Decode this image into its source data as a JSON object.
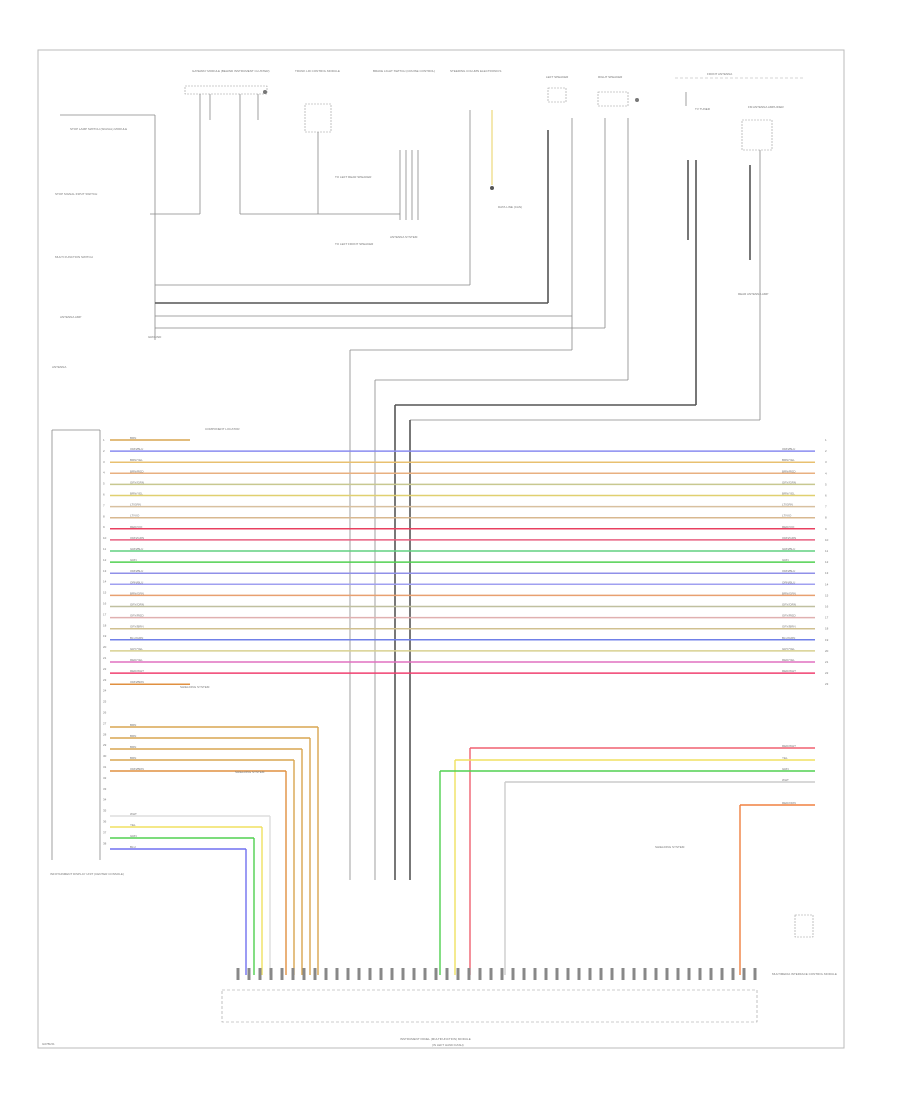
{
  "top_components": [
    {
      "id": "ecm",
      "label": "GATEWAY MODULE (BEHIND INSTRUMENT CLUSTER)"
    },
    {
      "id": "trunk_motor",
      "label": "TRUNK LID CONTROL MODULE"
    },
    {
      "id": "brake_switch",
      "label": "BRAKE LIGHT SWITCH (CRUISE CONTROL)"
    },
    {
      "id": "steering_column",
      "label": "STEERING COLUMN ELECTRONICS"
    },
    {
      "id": "left_speaker",
      "label": "LEFT SPEAKER"
    },
    {
      "id": "right_speaker",
      "label": "RIGHT SPEAKER"
    },
    {
      "id": "front_antenna",
      "label": "FRONT ANTENNA"
    },
    {
      "id": "tv_tuner",
      "label": "TV TUNER"
    },
    {
      "id": "fm_antenna",
      "label": "FM ANTENNA AMPLIFIER"
    }
  ],
  "left_labels": [
    {
      "id": "stop_lamp",
      "label": "STOP LAMP SWITCH (SIGNAL) MODULE"
    },
    {
      "id": "stop_signal",
      "label": "STOP SIGNAL INPUT SWITCH"
    },
    {
      "id": "multi_function",
      "label": "MULTI FUNCTION SWITCH"
    },
    {
      "id": "antenna_amp",
      "label": "ANTENNA AMP"
    },
    {
      "id": "antenna",
      "label": "ANTENNA"
    }
  ],
  "top_notes": [
    {
      "id": "note_ground1",
      "label": "TO LEFT REAR SPEAKER"
    },
    {
      "id": "note_ground2",
      "label": "TO LEFT FRONT SPEAKER"
    },
    {
      "id": "note_ground3",
      "label": "ANTENNA SYSTEM"
    },
    {
      "id": "note_ground4",
      "label": "DATA LINE (CAN)"
    },
    {
      "id": "note_ground5",
      "label": "REAR ANTENNA AMP"
    }
  ],
  "ground_label": "GROUND",
  "main_module": {
    "label": "INSTRUMENT PANEL (MULTIFUNCTION) MODULE",
    "sub": "(IN LEFT HAND DASH)"
  },
  "left_module": {
    "label": "INFOTAINMENT DISPLAY UNIT (CENTER CONSOLE)",
    "pins": [
      "1",
      "2",
      "3",
      "4",
      "5",
      "6",
      "7",
      "8",
      "9",
      "10",
      "11",
      "12",
      "13",
      "14",
      "15",
      "16",
      "17",
      "18",
      "19",
      "20",
      "21",
      "22",
      "23",
      "24",
      "25",
      "26",
      "27",
      "28",
      "29",
      "30",
      "31",
      "32",
      "33",
      "34",
      "35",
      "36",
      "37",
      "38"
    ]
  },
  "harness_wires": [
    {
      "label": "BRN",
      "right": "",
      "color": "#d9a650"
    },
    {
      "label": "ORN/BLU",
      "right": "ORN/BLU",
      "color": "#8a8cf0"
    },
    {
      "label": "BRN/YEL",
      "right": "BRN/YEL",
      "color": "#e8c070"
    },
    {
      "label": "BRN/RED",
      "right": "BRN/RED",
      "color": "#e8b080"
    },
    {
      "label": "GRY/GRN",
      "right": "GRY/GRN",
      "color": "#c8c890"
    },
    {
      "label": "BRN/YEL",
      "right": "BRN/YEL",
      "color": "#e0d070"
    },
    {
      "label": "LT/GRN",
      "right": "LT/GRN",
      "color": "#d8c0a0"
    },
    {
      "label": "LT/VIO",
      "right": "LT/VIO",
      "color": "#d8b890"
    },
    {
      "label": "RED/VIO",
      "right": "RED/VIO",
      "color": "#e84060"
    },
    {
      "label": "ORN/GRN",
      "right": "ORN/GRN",
      "color": "#e86080"
    },
    {
      "label": "GRN/BLU",
      "right": "GRN/BLU",
      "color": "#60d080"
    },
    {
      "label": "GRN",
      "right": "GRN",
      "color": "#50d050"
    },
    {
      "label": "ORN/BLU",
      "right": "ORN/BLU",
      "color": "#9090e8"
    },
    {
      "label": "ORN/BLU",
      "right": "ORN/BLU",
      "color": "#a0a0f0"
    },
    {
      "label": "BRN/GRN",
      "right": "BRN/GRN",
      "color": "#e8a070"
    },
    {
      "label": "GRY/ORN",
      "right": "GRY/ORN",
      "color": "#c0c0a0"
    },
    {
      "label": "GRY/RED",
      "right": "GRY/RED",
      "color": "#e0b0b0"
    },
    {
      "label": "GRY/BRN",
      "right": "GRY/BRN",
      "color": "#d0c090"
    },
    {
      "label": "BLU/GRN",
      "right": "BLU/GRN",
      "color": "#7080e8"
    },
    {
      "label": "GRY/YEL",
      "right": "GRY/YEL",
      "color": "#d8d090"
    },
    {
      "label": "RED/YEL",
      "right": "RED/YEL",
      "color": "#e070c0"
    },
    {
      "label": "RED/WHT",
      "right": "RED/WHT",
      "color": "#f04070"
    },
    {
      "label": "ORN/BRN",
      "right": "",
      "color": "#e09040"
    }
  ],
  "harness_right_pins": [
    "1",
    "2",
    "3",
    "4",
    "5",
    "6",
    "7",
    "8",
    "9",
    "10",
    "11",
    "12",
    "13",
    "14",
    "15",
    "16",
    "17",
    "18",
    "19",
    "20",
    "21",
    "22",
    "23"
  ],
  "lower_left_wires": [
    {
      "label": "BRN",
      "color": "#d9a650"
    },
    {
      "label": "BRN",
      "color": "#d9a650"
    },
    {
      "label": "BRN",
      "color": "#d9a650"
    },
    {
      "label": "BRN",
      "color": "#d9a650"
    },
    {
      "label": "ORN/BRN",
      "color": "#e09040"
    },
    {
      "label": "WHT",
      "color": "#dddddd"
    },
    {
      "label": "YEL",
      "color": "#f0e060"
    },
    {
      "label": "GRN",
      "color": "#50d050"
    },
    {
      "label": "BLU",
      "color": "#7070f0"
    }
  ],
  "lower_right_wires": [
    {
      "label": "RED/WHT",
      "color": "#f06070"
    },
    {
      "label": "YEL",
      "color": "#f0e060"
    },
    {
      "label": "GRN",
      "color": "#50d050"
    },
    {
      "label": "WHT",
      "color": "#cccccc"
    },
    {
      "label": "RED/ORN",
      "color": "#f08040"
    }
  ],
  "notes": [
    {
      "id": "n1",
      "label": "COMPONENT LOCATOR"
    },
    {
      "id": "n2",
      "label": "SHIELDING SYSTEM"
    },
    {
      "id": "n3",
      "label": "SHIELDING SYSTEM"
    },
    {
      "id": "n4",
      "label": "SHIELDING SYSTEM"
    }
  ],
  "right_module_label": "MULTIMEDIA INTERFACE CONTROL MODULE",
  "footer_code": "G07BL51"
}
